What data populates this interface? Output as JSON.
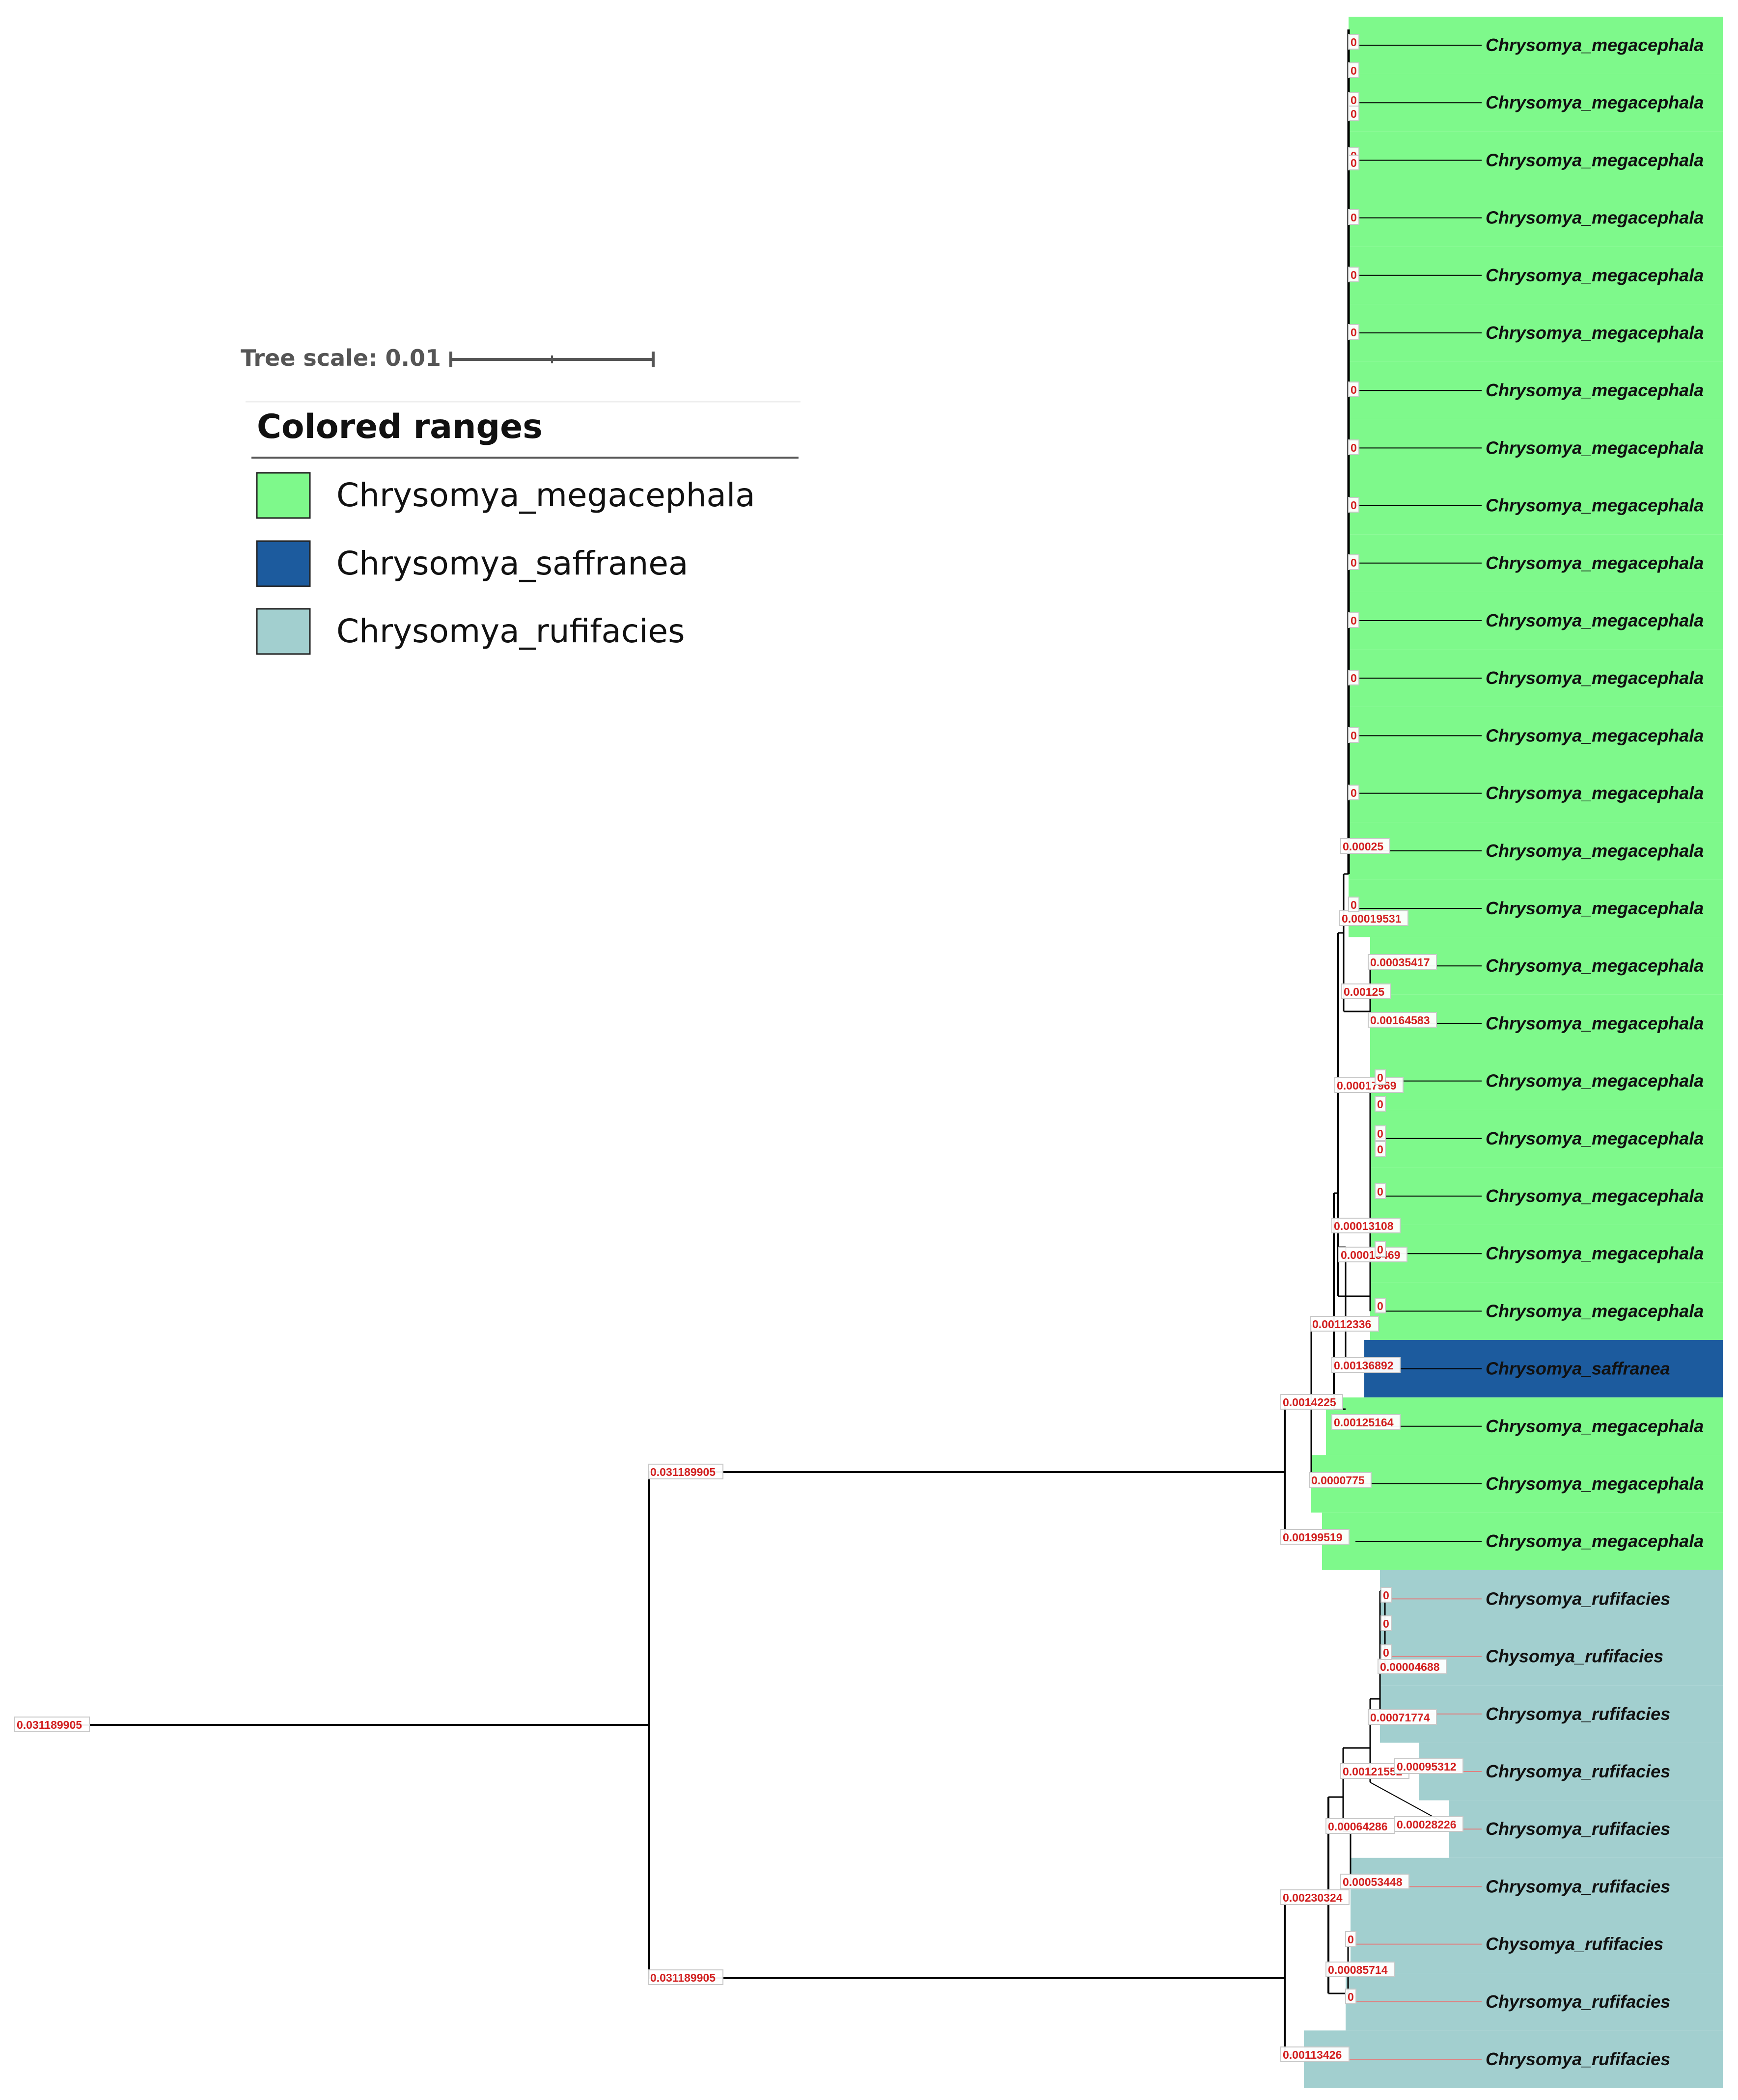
{
  "scale": {
    "label": "Tree scale: 0.01"
  },
  "legend": {
    "title": "Colored ranges",
    "items": [
      {
        "label": "Chrysomya_megacephala",
        "color": "#7ef98b"
      },
      {
        "label": "Chrysomya_saffranea",
        "color": "#1c5b9e"
      },
      {
        "label": "Chrysomya_rufifacies",
        "color": "#a2cfcf"
      }
    ]
  },
  "colors": {
    "megacephala": "#7ef98b",
    "saffranea": "#1c5b9e",
    "rufifacies": "#a2cfcf",
    "branch": "#000000",
    "leader": "#e08080",
    "node_label": "#d21f1f"
  },
  "leaves": [
    {
      "label": "Chrysomya_megacephala",
      "group": "megacephala"
    },
    {
      "label": "Chrysomya_megacephala",
      "group": "megacephala"
    },
    {
      "label": "Chrysomya_megacephala",
      "group": "megacephala"
    },
    {
      "label": "Chrysomya_megacephala",
      "group": "megacephala"
    },
    {
      "label": "Chrysomya_megacephala",
      "group": "megacephala"
    },
    {
      "label": "Chrysomya_megacephala",
      "group": "megacephala"
    },
    {
      "label": "Chrysomya_megacephala",
      "group": "megacephala"
    },
    {
      "label": "Chrysomya_megacephala",
      "group": "megacephala"
    },
    {
      "label": "Chrysomya_megacephala",
      "group": "megacephala"
    },
    {
      "label": "Chrysomya_megacephala",
      "group": "megacephala"
    },
    {
      "label": "Chrysomya_megacephala",
      "group": "megacephala"
    },
    {
      "label": "Chrysomya_megacephala",
      "group": "megacephala"
    },
    {
      "label": "Chrysomya_megacephala",
      "group": "megacephala"
    },
    {
      "label": "Chrysomya_megacephala",
      "group": "megacephala"
    },
    {
      "label": "Chrysomya_megacephala",
      "group": "megacephala"
    },
    {
      "label": "Chrysomya_megacephala",
      "group": "megacephala"
    },
    {
      "label": "Chrysomya_megacephala",
      "group": "megacephala"
    },
    {
      "label": "Chrysomya_megacephala",
      "group": "megacephala"
    },
    {
      "label": "Chrysomya_megacephala",
      "group": "megacephala"
    },
    {
      "label": "Chrysomya_megacephala",
      "group": "megacephala"
    },
    {
      "label": "Chrysomya_megacephala",
      "group": "megacephala"
    },
    {
      "label": "Chrysomya_megacephala",
      "group": "megacephala"
    },
    {
      "label": "Chrysomya_megacephala",
      "group": "megacephala"
    },
    {
      "label": "Chrysomya_saffranea",
      "group": "saffranea"
    },
    {
      "label": "Chrysomya_megacephala",
      "group": "megacephala"
    },
    {
      "label": "Chrysomya_megacephala",
      "group": "megacephala"
    },
    {
      "label": "Chrysomya_megacephala",
      "group": "megacephala"
    },
    {
      "label": "Chrysomya_rufifacies",
      "group": "rufifacies"
    },
    {
      "label": "Chysomya_rufifacies",
      "group": "rufifacies"
    },
    {
      "label": "Chrysomya_rufifacies",
      "group": "rufifacies"
    },
    {
      "label": "Chrysomya_rufifacies",
      "group": "rufifacies"
    },
    {
      "label": "Chrysomya_rufifacies",
      "group": "rufifacies"
    },
    {
      "label": "Chrysomya_rufifacies",
      "group": "rufifacies"
    },
    {
      "label": "Chysomya_rufifacies",
      "group": "rufifacies"
    },
    {
      "label": "Chyrsomya_rufifacies",
      "group": "rufifacies"
    },
    {
      "label": "Chrysomya_rufifacies",
      "group": "rufifacies"
    }
  ],
  "branch_values": [
    "0.031189905",
    "0.031189905",
    "0.031189905",
    "0.0014225",
    "0.00112336",
    "0.00013108",
    "0.00017969",
    "0.00019531",
    "0.00125",
    "0.00035417",
    "0.00164583",
    "0.00025",
    "0.00015469",
    "0.00136892",
    "0.00125164",
    "0.0000775",
    "0.00199519",
    "0.00230324",
    "0.00064286",
    "0.00121552",
    "0.00071774",
    "0.00004688",
    "0.00095312",
    "0.00028226",
    "0.00053448",
    "0.00085714",
    "0.00113426",
    "0"
  ]
}
